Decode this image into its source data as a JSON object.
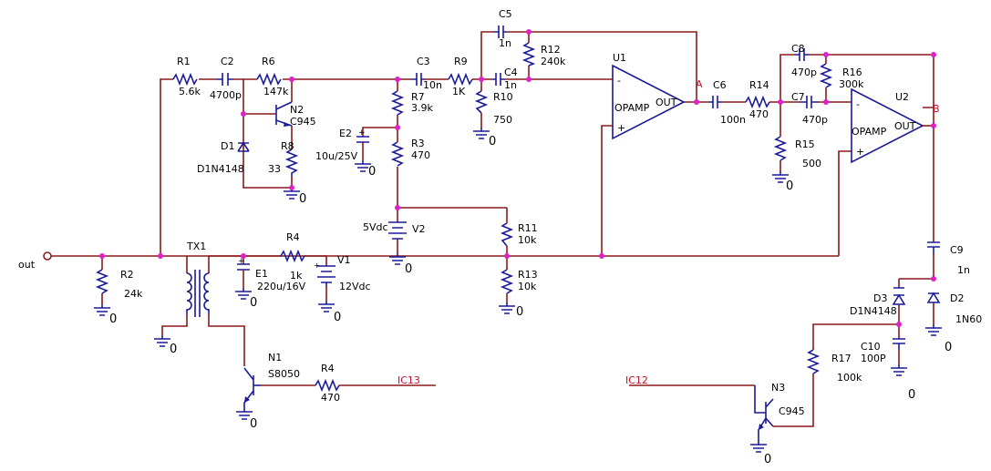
{
  "schematic": {
    "out_label": "out",
    "ground_zero": "0",
    "node_A": "A",
    "node_B": "B",
    "components": {
      "R1": {
        "ref": "R1",
        "value": "5.6k"
      },
      "C2": {
        "ref": "C2",
        "value": "4700p"
      },
      "R6": {
        "ref": "R6",
        "value": "147k"
      },
      "N2": {
        "ref": "N2",
        "value": "C945"
      },
      "D1": {
        "ref": "D1",
        "value": "D1N4148"
      },
      "R8": {
        "ref": "R8",
        "value": "33"
      },
      "C3": {
        "ref": "C3",
        "value": "10n"
      },
      "R7": {
        "ref": "R7",
        "value": "3.9k"
      },
      "E2": {
        "ref": "E2",
        "value": "10u/25V"
      },
      "R3": {
        "ref": "R3",
        "value": "470"
      },
      "V2": {
        "ref": "V2",
        "value": "5Vdc"
      },
      "R9": {
        "ref": "R9",
        "value": "1K"
      },
      "C5": {
        "ref": "C5",
        "value": "1n"
      },
      "R12": {
        "ref": "R12",
        "value": "240k"
      },
      "C4": {
        "ref": "C4",
        "value": "1n"
      },
      "R10": {
        "ref": "R10",
        "value": "750"
      },
      "U1": {
        "ref": "U1",
        "value": "OPAMP"
      },
      "C6": {
        "ref": "C6",
        "value": "100n"
      },
      "R14": {
        "ref": "R14",
        "value": "470"
      },
      "R15": {
        "ref": "R15",
        "value": "500"
      },
      "C8": {
        "ref": "C8",
        "value": "470p"
      },
      "R16": {
        "ref": "R16",
        "value": "300k"
      },
      "C7": {
        "ref": "C7",
        "value": "470p"
      },
      "U2": {
        "ref": "U2",
        "value": "OPAMP"
      },
      "R11": {
        "ref": "R11",
        "value": "10k"
      },
      "R13": {
        "ref": "R13",
        "value": "10k"
      },
      "R2": {
        "ref": "R2",
        "value": "24k"
      },
      "TX1": {
        "ref": "TX1",
        "value": ""
      },
      "E1": {
        "ref": "E1",
        "value": "220u/16V"
      },
      "R4a": {
        "ref": "R4",
        "value": "1k"
      },
      "V1": {
        "ref": "V1",
        "value": "12Vdc"
      },
      "N1": {
        "ref": "N1",
        "value": "S8050"
      },
      "R4b": {
        "ref": "R4",
        "value": "470"
      },
      "C9": {
        "ref": "C9",
        "value": "1n"
      },
      "D3": {
        "ref": "D3",
        "value": "D1N4148"
      },
      "D2": {
        "ref": "D2",
        "value": "1N60"
      },
      "C10": {
        "ref": "C10",
        "value": "100P"
      },
      "R17": {
        "ref": "R17",
        "value": "100k"
      },
      "N3": {
        "ref": "N3",
        "value": "C945"
      }
    },
    "opamp_minus": "-",
    "opamp_plus": "+",
    "opamp_out": "OUT",
    "ic13_label": "IC13",
    "ic12_label": "IC12"
  }
}
